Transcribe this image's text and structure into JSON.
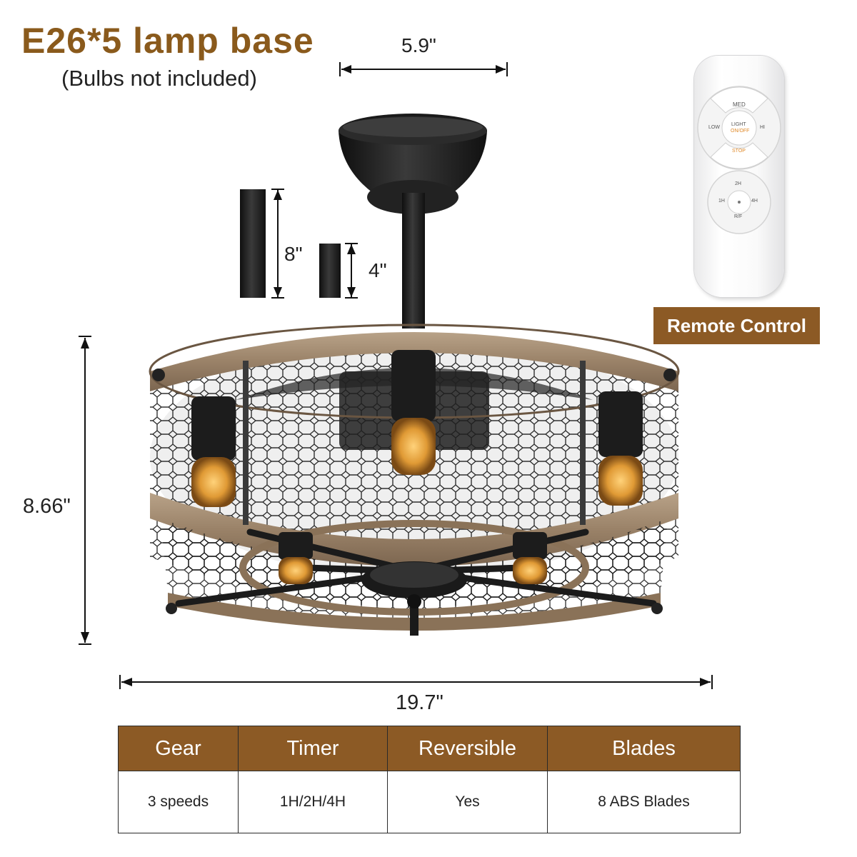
{
  "header": {
    "title": "E26*5 lamp base",
    "subtitle": "(Bulbs not included)"
  },
  "dimensions": {
    "canopy_width": "5.9\"",
    "downrod_long": "8\"",
    "downrod_short": "4\"",
    "height": "8.66\"",
    "width": "19.7\""
  },
  "remote": {
    "badge": "Remote Control",
    "buttons": {
      "med": "MED",
      "low": "LOW",
      "hi": "HI",
      "light": "LIGHT",
      "onoff": "ON/OFF",
      "stop": "STOP",
      "t2h": "2H",
      "t1h": "1H",
      "t4h": "4H",
      "rf": "R/F"
    }
  },
  "specs_table": {
    "headers": [
      "Gear",
      "Timer",
      "Reversible",
      "Blades"
    ],
    "values": [
      "3 speeds",
      "1H/2H/4H",
      "Yes",
      "8 ABS Blades"
    ]
  },
  "colors": {
    "brand_brown": "#8c5a25",
    "title_brown": "#8a5a1c",
    "metal_black": "#1e1e1e",
    "wood": "#a08a70",
    "bulb_glow": "#e8a23a"
  }
}
